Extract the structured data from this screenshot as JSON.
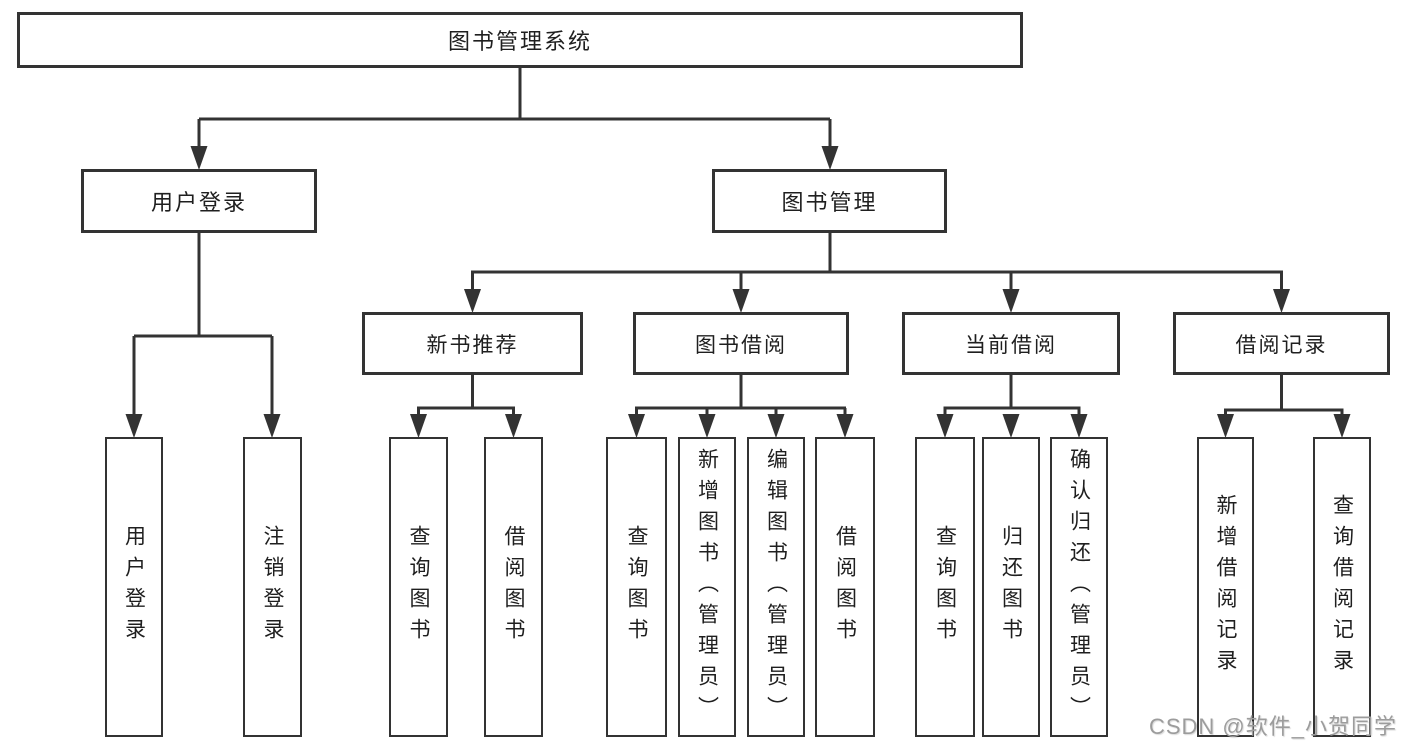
{
  "diagram_title": "图书管理系统",
  "tree": {
    "label": "图书管理系统",
    "children": [
      {
        "label": "用户登录",
        "children": [
          {
            "label": "用户登录"
          },
          {
            "label": "注销登录"
          }
        ]
      },
      {
        "label": "图书管理",
        "children": [
          {
            "label": "新书推荐",
            "children": [
              {
                "label": "查询图书"
              },
              {
                "label": "借阅图书"
              }
            ]
          },
          {
            "label": "图书借阅",
            "children": [
              {
                "label": "查询图书"
              },
              {
                "label": "新增图书（管理员）"
              },
              {
                "label": "编辑图书（管理员）"
              },
              {
                "label": "借阅图书"
              }
            ]
          },
          {
            "label": "当前借阅",
            "children": [
              {
                "label": "查询图书"
              },
              {
                "label": "归还图书"
              },
              {
                "label": "确认归还（管理员）"
              }
            ]
          },
          {
            "label": "借阅记录",
            "children": [
              {
                "label": "新增借阅记录"
              },
              {
                "label": "查询借阅记录"
              }
            ]
          }
        ]
      }
    ]
  },
  "watermark": "CSDN @软件_小贺同学",
  "colors": {
    "line": "#333333",
    "text": "#1f1f1f",
    "watermark": "#9c9c9c",
    "background": "#ffffff"
  }
}
